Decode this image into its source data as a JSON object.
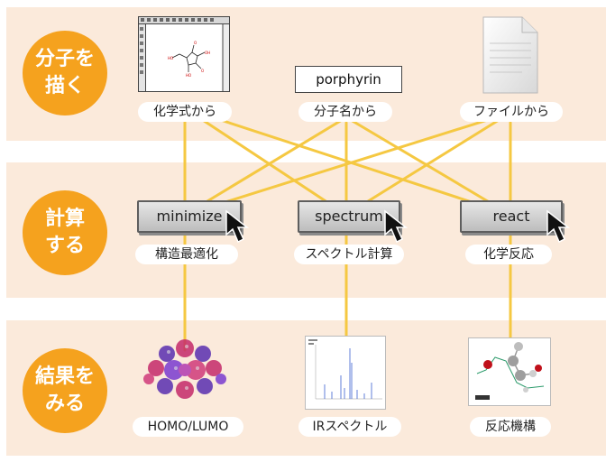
{
  "colors": {
    "band": "#fbeadb",
    "circle": "#f5a21e",
    "line": "#f5c842"
  },
  "rows": {
    "draw": "分子を\n描く",
    "compute": "計算\nする",
    "result": "結果を\nみる"
  },
  "inputs": {
    "structure_label": "化学式から",
    "name_label": "分子名から",
    "file_label": "ファイルから",
    "name_value": "porphyrin"
  },
  "compute": {
    "minimize_button": "minimize",
    "minimize_label": "構造最適化",
    "spectrum_button": "spectrum",
    "spectrum_label": "スペクトル計算",
    "react_button": "react",
    "react_label": "化学反応"
  },
  "results": {
    "homo_label": "HOMO/LUMO",
    "ir_label": "IRスペクトル",
    "mechanism_label": "反応機構"
  },
  "icons": [
    "molecule-editor-icon",
    "document-file-icon",
    "mouse-cursor-icon",
    "orbital-render-icon",
    "ir-spectrum-icon",
    "reaction-plot-icon"
  ]
}
